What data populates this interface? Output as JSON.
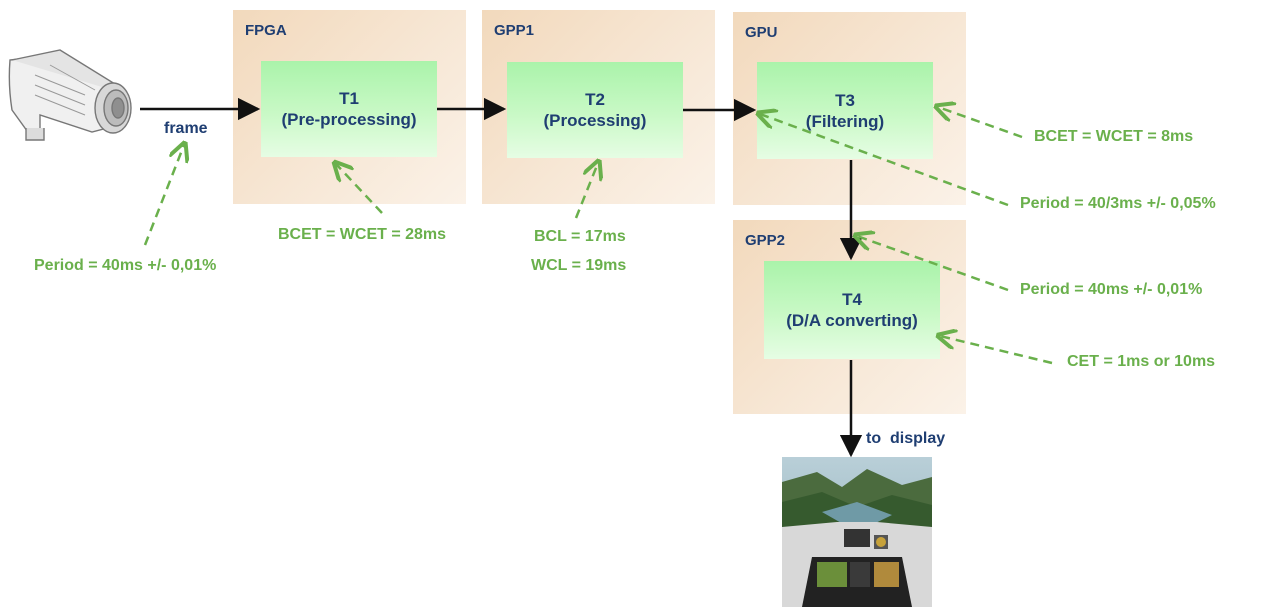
{
  "processors": [
    {
      "id": "fpga",
      "label": "FPGA"
    },
    {
      "id": "gpp1",
      "label": "GPP1"
    },
    {
      "id": "gpu",
      "label": "GPU"
    },
    {
      "id": "gpp2",
      "label": "GPP2"
    }
  ],
  "tasks": [
    {
      "id": "t1",
      "name": "T1",
      "desc": "(Pre-processing)"
    },
    {
      "id": "t2",
      "name": "T2",
      "desc": "(Processing)"
    },
    {
      "id": "t3",
      "name": "T3",
      "desc": "(Filtering)"
    },
    {
      "id": "t4",
      "name": "T4",
      "desc": "(D/A converting)"
    }
  ],
  "labels": {
    "frame": "frame",
    "to_display": "to  display"
  },
  "annotations": {
    "input_period": "Period = 40ms +/- 0,01%",
    "t1_timing": "BCET = WCET = 28ms",
    "t2_bcl": "BCL = 17ms",
    "t2_wcl": "WCL = 19ms",
    "t3_timing": "BCET = WCET = 8ms",
    "t3_period": "Period = 40/3ms +/- 0,05%",
    "t4_period": "Period = 40ms +/- 0,01%",
    "t4_cet": "CET = 1ms or 10ms"
  },
  "icons": {
    "camera": "video-camera-icon",
    "display": "cockpit-display-icon"
  },
  "colors": {
    "task_fill": "#bff7bc",
    "processor_fill": "#f4e0c8",
    "text_dark": "#1f3e72",
    "annotation_green": "#6ab04c"
  }
}
